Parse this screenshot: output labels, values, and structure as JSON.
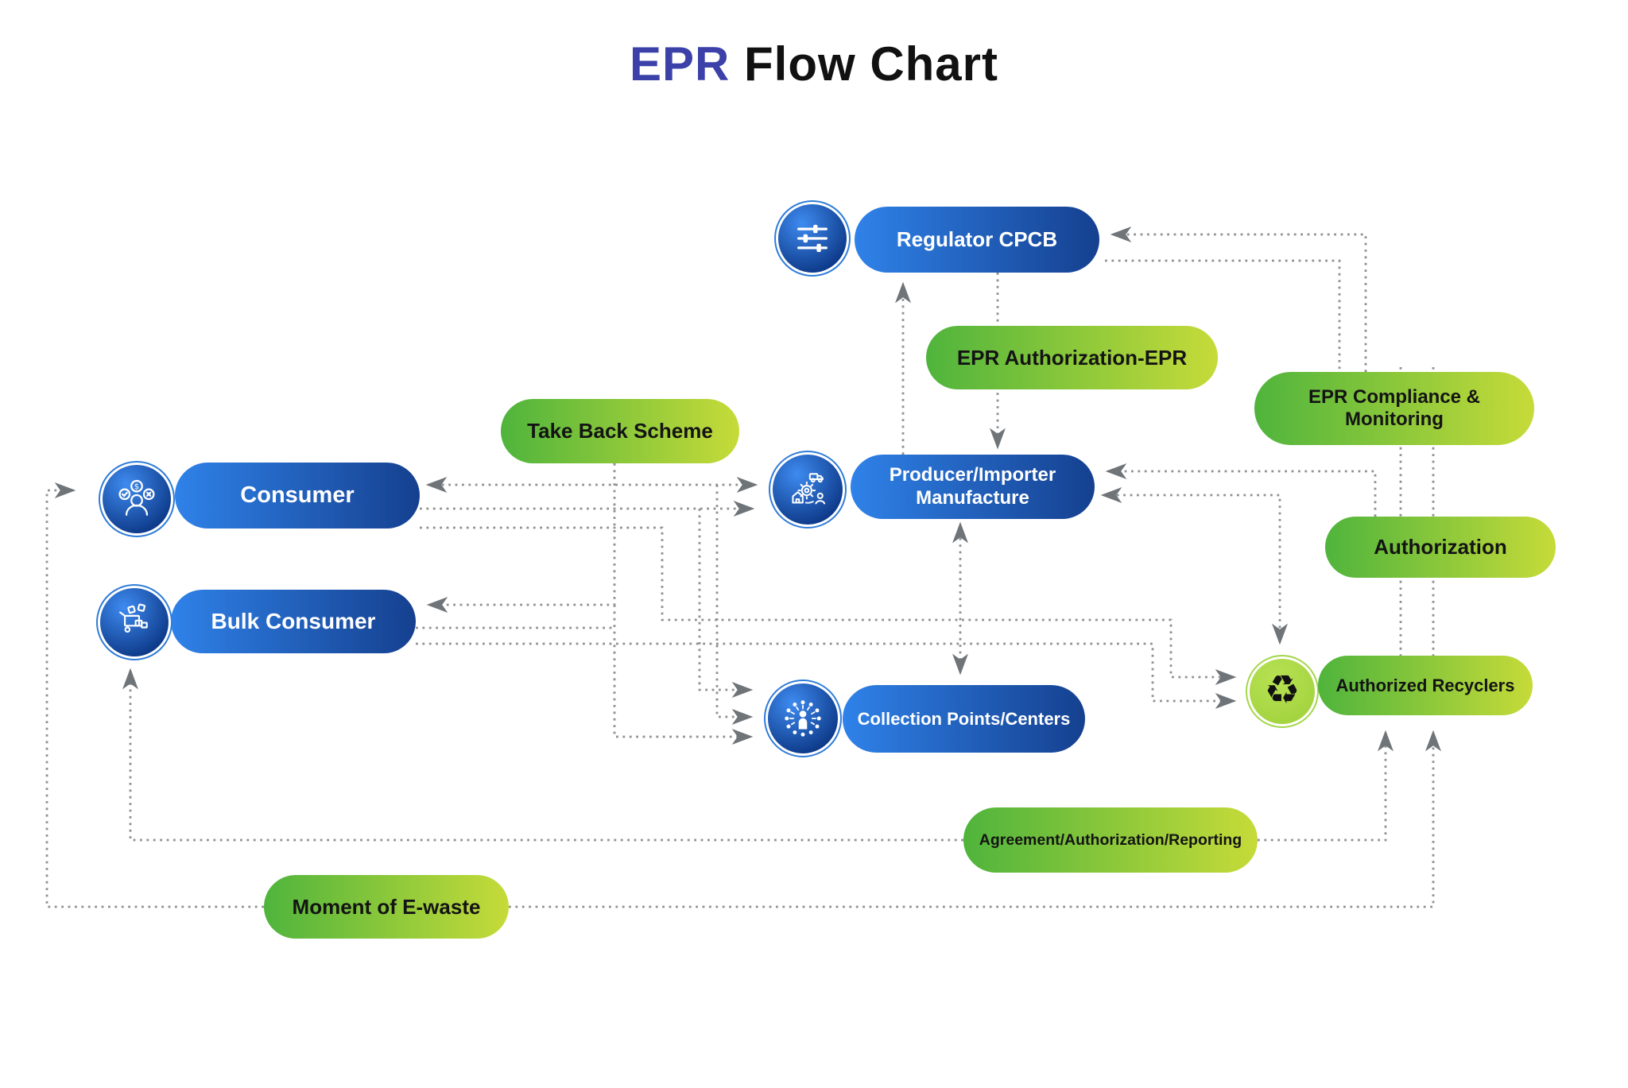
{
  "title": {
    "highlight": "EPR",
    "rest": " Flow Chart"
  },
  "nodes": {
    "regulator": {
      "label": "Regulator CPCB",
      "icon": "sliders-icon"
    },
    "epr_authorization": {
      "label": "EPR Authorization-EPR"
    },
    "take_back_scheme": {
      "label": "Take Back Scheme"
    },
    "consumer": {
      "label": "Consumer",
      "icon": "consumer-icon"
    },
    "bulk_consumer": {
      "label": "Bulk Consumer",
      "icon": "cart-boxes-icon"
    },
    "producer": {
      "label_line1": "Producer/Importer",
      "label_line2": "Manufacture",
      "icon": "supply-chain-icon"
    },
    "collection_points": {
      "label": "Collection Points/Centers",
      "icon": "collection-hub-icon"
    },
    "epr_compliance": {
      "label_line1": "EPR Compliance &",
      "label_line2": "Monitoring"
    },
    "authorization": {
      "label": "Authorization"
    },
    "authorized_recyclers": {
      "label": "Authorized Recyclers",
      "icon": "recycle-icon",
      "recycle_glyph": "♻"
    },
    "agreement": {
      "label": "Agreement/Authorization/Reporting"
    },
    "moment_of_ewaste": {
      "label": "Moment of E-waste"
    }
  },
  "edges": [
    {
      "from": "producer",
      "to": "regulator"
    },
    {
      "from": "regulator",
      "to": "producer",
      "via_label": "EPR Authorization-EPR"
    },
    {
      "from": "epr_compliance",
      "to": "regulator"
    },
    {
      "from": "regulator",
      "to": "epr_compliance"
    },
    {
      "from": "epr_compliance",
      "to": "authorized_recyclers",
      "via": "authorization"
    },
    {
      "from": "epr_compliance",
      "to": "authorized_recyclers",
      "via": "authorization"
    },
    {
      "from": "authorization",
      "to": "producer"
    },
    {
      "from": "producer",
      "to": "authorized_recyclers",
      "bidirectional": true
    },
    {
      "from": "consumer",
      "to": "producer",
      "bidirectional": true
    },
    {
      "from": "consumer",
      "to": "producer"
    },
    {
      "from": "consumer",
      "to": "authorized_recyclers"
    },
    {
      "from": "take_back_scheme",
      "to": "bulk_consumer"
    },
    {
      "from": "take_back_scheme",
      "to": "collection_points"
    },
    {
      "from": "bulk_consumer",
      "to": "collection_points"
    },
    {
      "from": "bulk_consumer",
      "to": "authorized_recyclers"
    },
    {
      "from": "consumer",
      "to": "collection_points"
    },
    {
      "from": "consumer",
      "to": "collection_points"
    },
    {
      "from": "producer",
      "to": "collection_points",
      "bidirectional": true
    },
    {
      "from": "agreement",
      "to": "bulk_consumer"
    },
    {
      "from": "agreement",
      "to": "authorized_recyclers"
    },
    {
      "from": "moment_of_ewaste",
      "to": "consumer"
    },
    {
      "from": "moment_of_ewaste",
      "to": "authorized_recyclers"
    }
  ],
  "colors": {
    "title_highlight": "#3B41A8",
    "blue_pill_start": "#2F82E9",
    "blue_pill_end": "#15408F",
    "green_pill_start": "#4FB43C",
    "green_pill_end": "#C6DB39",
    "connector_dots": "#8E9093",
    "arrowhead": "#6F7478"
  }
}
